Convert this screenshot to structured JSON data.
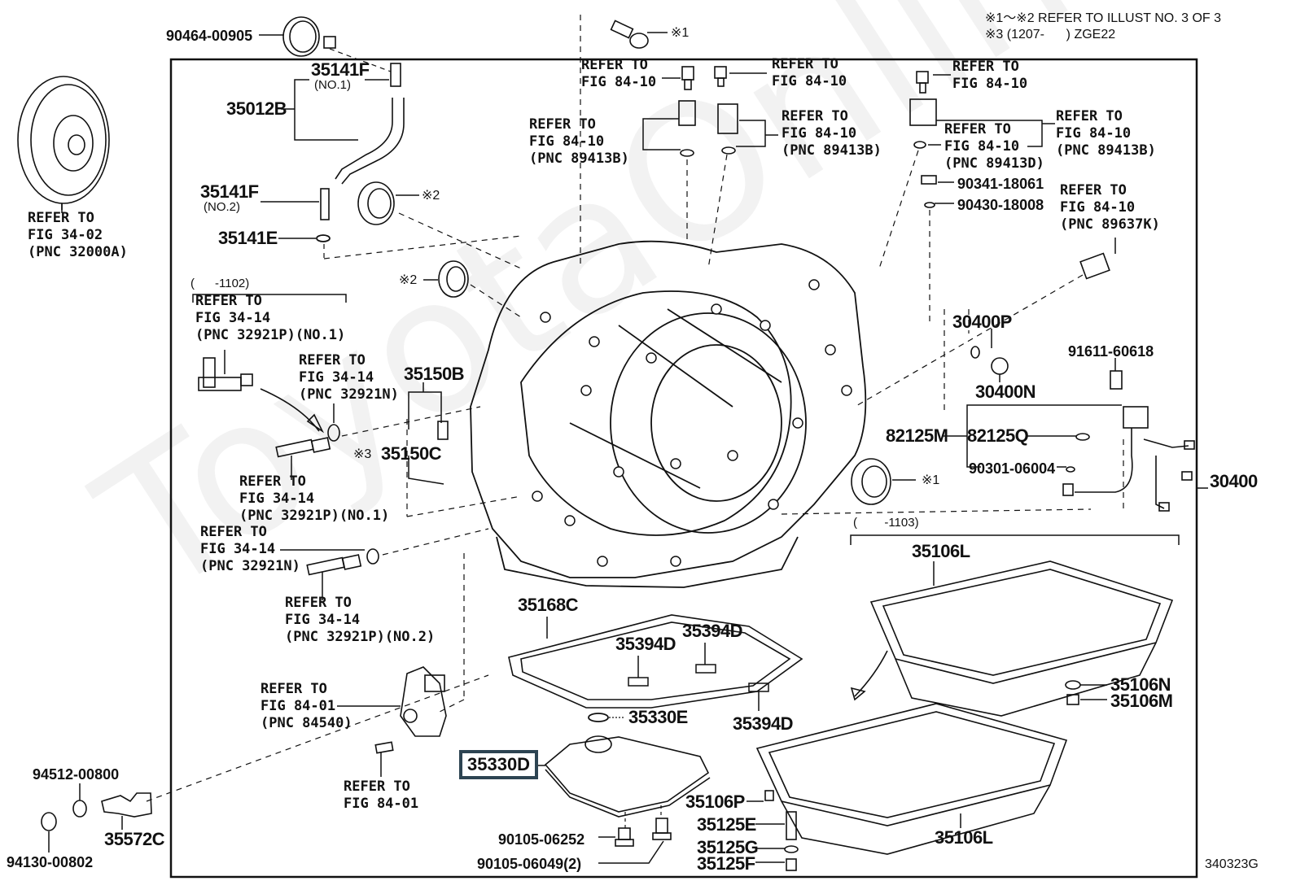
{
  "header_notes": {
    "line1": "※1～※2 REFER TO ILLUST NO. 3 OF 3",
    "line2": "※3 (1207-      ) ZGE22"
  },
  "figure_id": "340323G",
  "watermark": "ToyotaOnline.ru",
  "date_ranges": {
    "pipe_group": "(      -1102)",
    "pan_group": "(        -1103)"
  },
  "markers": {
    "m1": "※1",
    "m2": "※2",
    "m3": "※3"
  },
  "parts": {
    "p90464_00905": "90464-00905",
    "p35141F_top": "35141F",
    "p35141F_top_sub": "(NO.1)",
    "p35012B": "35012B",
    "p35141F_bot": "35141F",
    "p35141F_bot_sub": "(NO.2)",
    "p35141E": "35141E",
    "p35150B": "35150B",
    "p35150C": "35150C",
    "p30400P": "30400P",
    "p30400N": "30400N",
    "p91611_60618": "91611-60618",
    "p82125M": "82125M",
    "p82125Q": "82125Q",
    "p90301_06004": "90301-06004",
    "p30400": "30400",
    "p90341_18061": "90341-18061",
    "p90430_18008": "90430-18008",
    "p35106L_top": "35106L",
    "p35106L_bot": "35106L",
    "p35106N": "35106N",
    "p35106M": "35106M",
    "p35168C": "35168C",
    "p35394D_a": "35394D",
    "p35394D_b": "35394D",
    "p35394D_c": "35394D",
    "p35330E": "35330E",
    "p35330D": "35330D",
    "p35106P": "35106P",
    "p35125E": "35125E",
    "p35125G": "35125G",
    "p35125F": "35125F",
    "p90105_06252": "90105-06252",
    "p90105_06049": "90105-06049(2)",
    "p94512_00800": "94512-00800",
    "p94130_00802": "94130-00802",
    "p35572C": "35572C"
  },
  "references": {
    "torque_converter": "REFER TO\nFIG 34-02\n(PNC 32000A)",
    "bolt_left_top": "REFER TO\nFIG 84-10",
    "bolt_right_top": "REFER TO\nFIG 84-10",
    "sensor_left": "REFER TO\nFIG 84-10\n(PNC 89413B)",
    "sensor_right": "REFER TO\nFIG 84-10\n(PNC 89413B)",
    "bolt_far_right": "REFER TO\nFIG 84-10",
    "sensor_89413D": "REFER TO\nFIG 84-10\n(PNC 89413D)",
    "sensor_89413B_far": "REFER TO\nFIG 84-10\n(PNC 89413B)",
    "sensor_89637K": "REFER TO\nFIG 84-10\n(PNC 89637K)",
    "union_no1_top": "REFER TO\nFIG 34-14\n(PNC 32921P)(NO.1)",
    "oring_32921N_top": "REFER TO\nFIG 34-14\n(PNC 32921N)",
    "union_no1_bot": "REFER TO\nFIG 34-14\n(PNC 32921P)(NO.1)",
    "oring_32921N_bot": "REFER TO\nFIG 34-14\n(PNC 32921N)",
    "union_no2": "REFER TO\nFIG 34-14\n(PNC 32921P)(NO.2)",
    "switch_84540": "REFER TO\nFIG 84-01\n(PNC 84540)",
    "bolt_84_01": "REFER TO\nFIG 84-01"
  }
}
